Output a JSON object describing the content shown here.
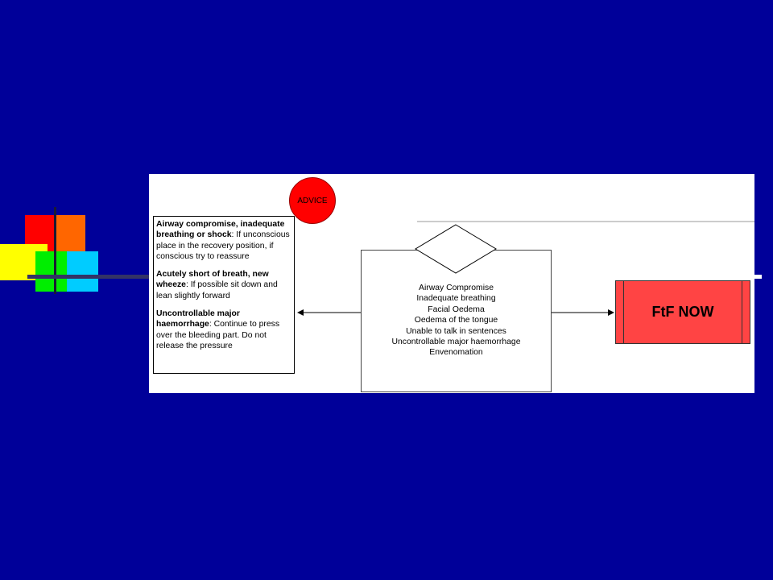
{
  "colors": {
    "background": "#000099",
    "panel": "#ffffff",
    "advice_circle": "#ff0000",
    "ftf_box": "#ff4444",
    "deco_squares": [
      "#ff0000",
      "#ff6600",
      "#ffff00",
      "#00ee00",
      "#00ccff"
    ]
  },
  "advice": {
    "label": "ADVICE",
    "items": [
      {
        "heading": "Airway compromise, inadequate breathing or shock",
        "text": ": If unconscious place in the recovery position, if conscious try to reassure"
      },
      {
        "heading": "Acutely short of breath, new wheeze",
        "text": ": If possible sit down and lean slightly forward"
      },
      {
        "heading": "Uncontrollable major haemorrhage",
        "text": ": Continue to press over the bleeding part. Do not release the pressure"
      }
    ]
  },
  "criteria": [
    "Airway Compromise",
    "Inadequate breathing",
    "Facial Oedema",
    "Oedema of the tongue",
    "Unable to talk in sentences",
    "Uncontrollable major haemorrhage",
    "Envenomation"
  ],
  "outcome": {
    "label": "FtF NOW"
  }
}
